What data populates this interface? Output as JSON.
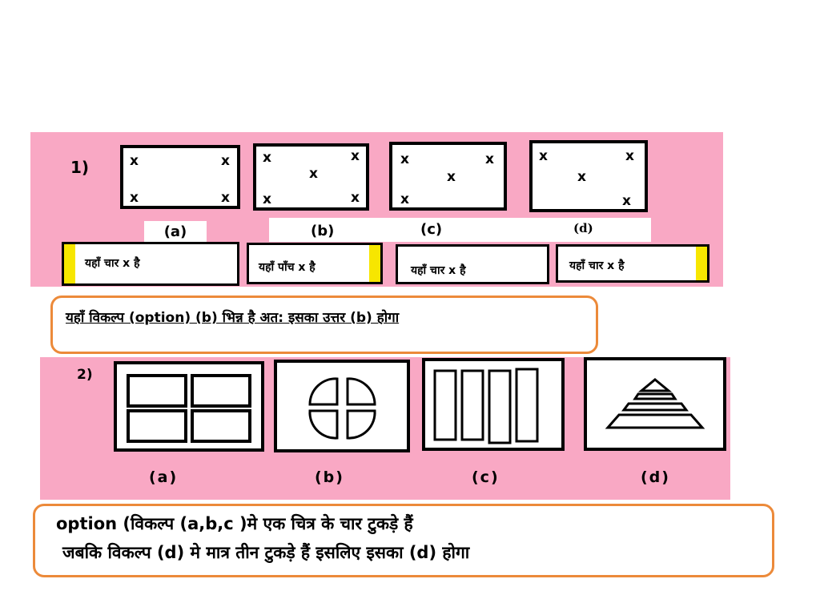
{
  "q1": {
    "number": "1)",
    "options": [
      {
        "label": "(a)",
        "marks": [
          "x",
          "x",
          "x",
          "x"
        ],
        "note": "यहाँ चार  x    है"
      },
      {
        "label": "(b)",
        "marks": [
          "x",
          "x",
          "x",
          "x",
          "x"
        ],
        "note": "यहाँ पाँच x है"
      },
      {
        "label": "(c)",
        "marks": [
          "x",
          "x",
          "x",
          "x"
        ],
        "note": "यहाँ चार   x है"
      },
      {
        "label": "(d)",
        "marks": [
          "x",
          "x",
          "x",
          "x"
        ],
        "note": "यहाँ चार x है"
      }
    ],
    "answer": "यहाँ   विकल्प   (option)  (b)  भिन्न है अत:    इसका उत्तर   (b) होगा"
  },
  "q2": {
    "number": "2)",
    "labels": [
      "(a)",
      "(b)",
      "(c)",
      "(d)"
    ],
    "answer_line1": "option (विकल्प (a,b,c )मे एक  चित्र के चार टुकड़े हैं",
    "answer_line2": "जबकि विकल्प (d) मे मात्र तीन टुकड़े हैं इसलिए इसका (d)  होगा"
  },
  "colors": {
    "panel": "#f9a8c4",
    "highlight": "#f7e600",
    "callout_border": "#ec8a3a"
  }
}
